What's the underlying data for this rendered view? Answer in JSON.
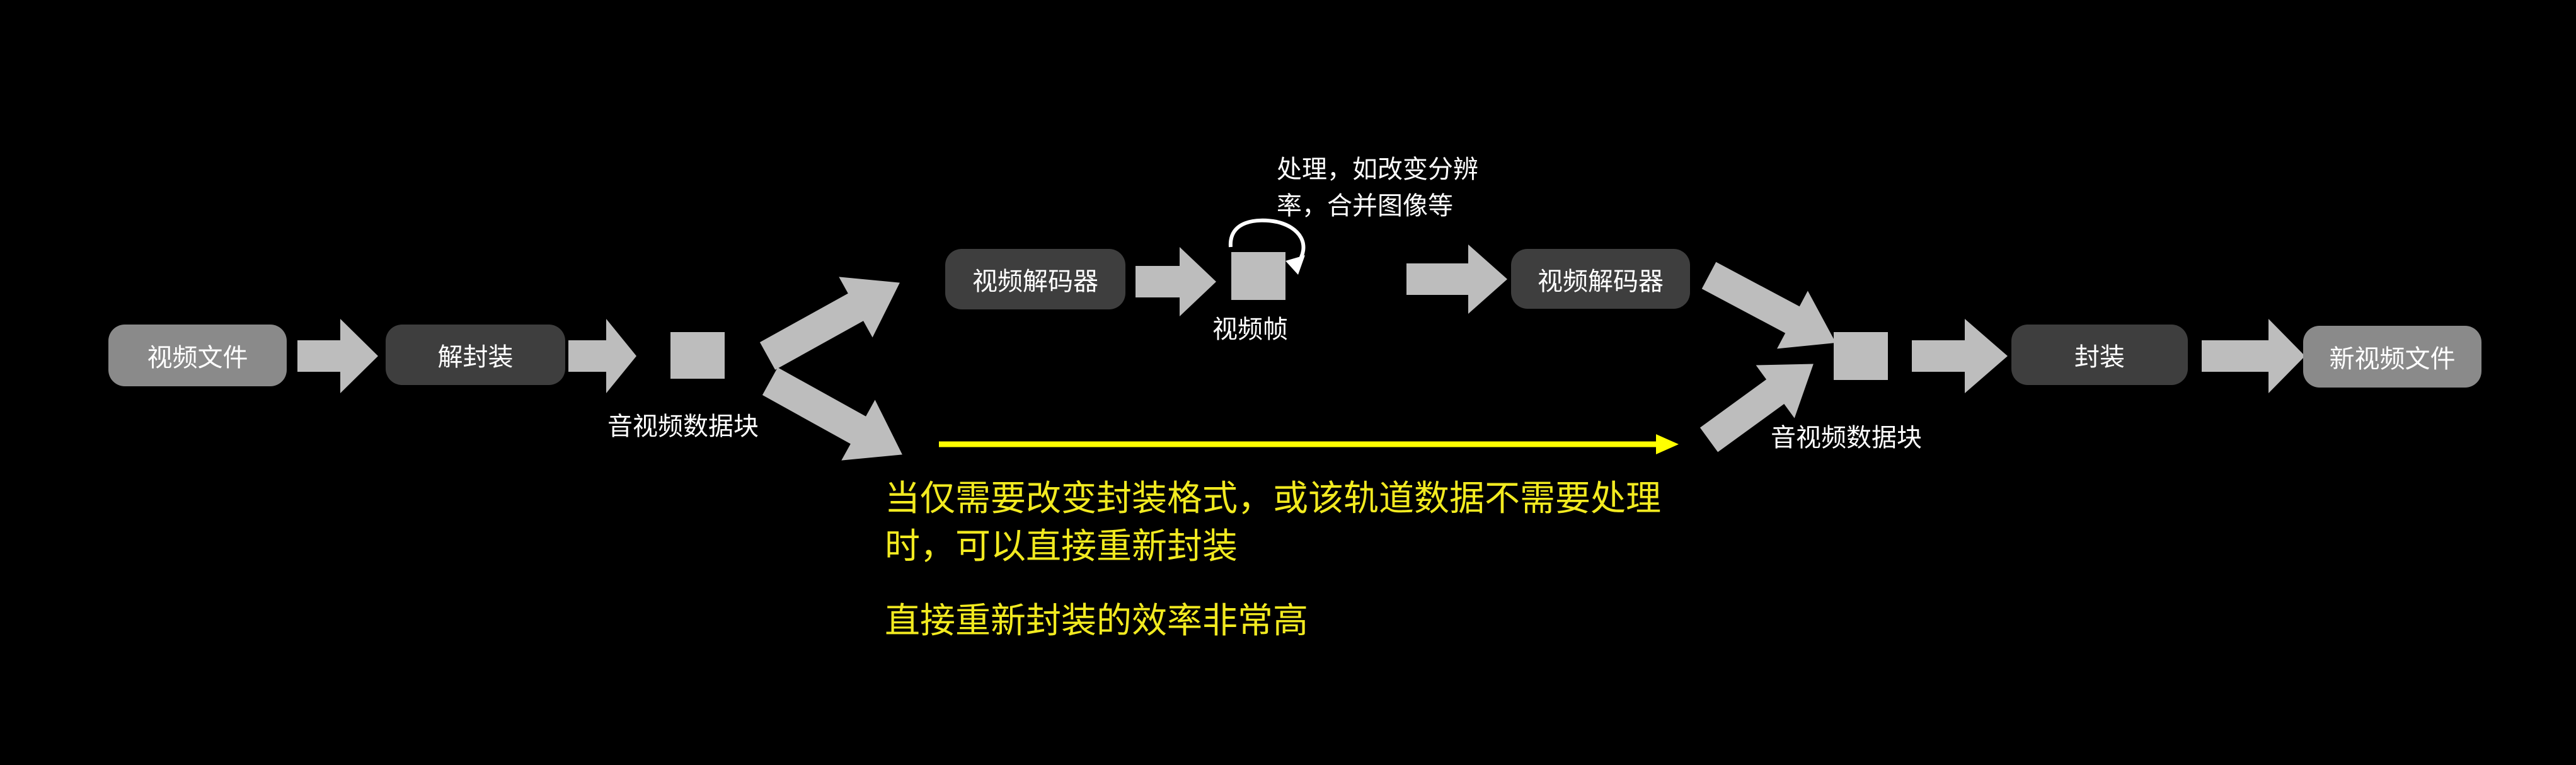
{
  "diagram": {
    "nodes": {
      "source_file": "视频文件",
      "demux": "解封装",
      "decoder": "视频解码器",
      "encoder": "视频解码器",
      "mux": "封装",
      "output_file": "新视频文件"
    },
    "labels": {
      "packets_left": "音视频数据块",
      "packets_right": "音视频数据块",
      "video_frame": "视频帧",
      "processing_line1": "处理，如改变分辨",
      "processing_line2": "率，合并图像等"
    },
    "notes": {
      "remux_line1": "当仅需要改变封装格式，或该轨道数据不需要处理",
      "remux_line2": "时，可以直接重新封装",
      "efficiency": "直接重新封装的效率非常高"
    },
    "colors": {
      "background": "#000000",
      "node_light": "#8a8a8a",
      "node_dark": "#3e3e3e",
      "arrow": "#bdbdbd",
      "note_text": "#f2ea20",
      "shortcut_arrow": "#ffff00"
    }
  }
}
